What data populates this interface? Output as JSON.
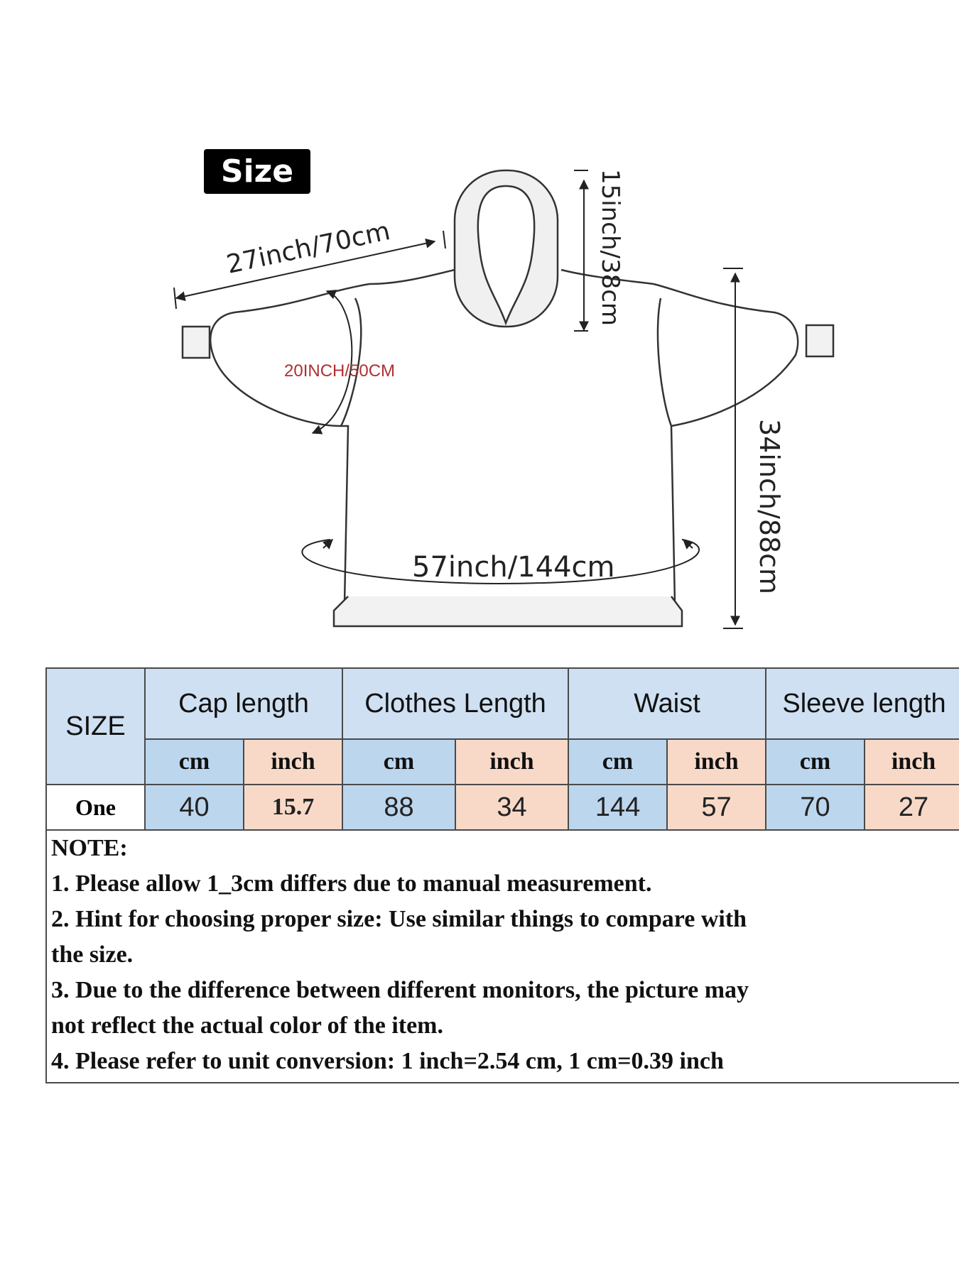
{
  "badge": "Size",
  "dimensions": {
    "sleeve_span": "27inch/70cm",
    "hood_length": "15inch/38cm",
    "sleeve_circumference": "20INCH/50CM",
    "total_length": "34inch/88cm",
    "waist": "57inch/144cm"
  },
  "table": {
    "size_header": "SIZE",
    "groups": [
      "Cap length",
      "Clothes Length",
      "Waist",
      "Sleeve length"
    ],
    "unit_cm": "cm",
    "unit_inch": "inch",
    "row_label": "One",
    "values": [
      "40",
      "15.7",
      "88",
      "34",
      "144",
      "57",
      "70",
      "27"
    ]
  },
  "notes": {
    "title": "NOTE:",
    "lines": [
      "1. Please allow 1_3cm differs due to manual measurement.",
      "2. Hint for choosing proper size: Use similar things to compare with",
      "the size.",
      "3. Due to the difference between different monitors, the picture may",
      "not reflect the actual color of the item.",
      "4. Please refer to unit conversion: 1 inch=2.54 cm, 1 cm=0.39 inch"
    ]
  },
  "colors": {
    "header_blue": "#cfe0f2",
    "cm_blue": "#bcd6ee",
    "inch_peach": "#f8d9c8",
    "sleeve_label_red": "#b03030"
  }
}
